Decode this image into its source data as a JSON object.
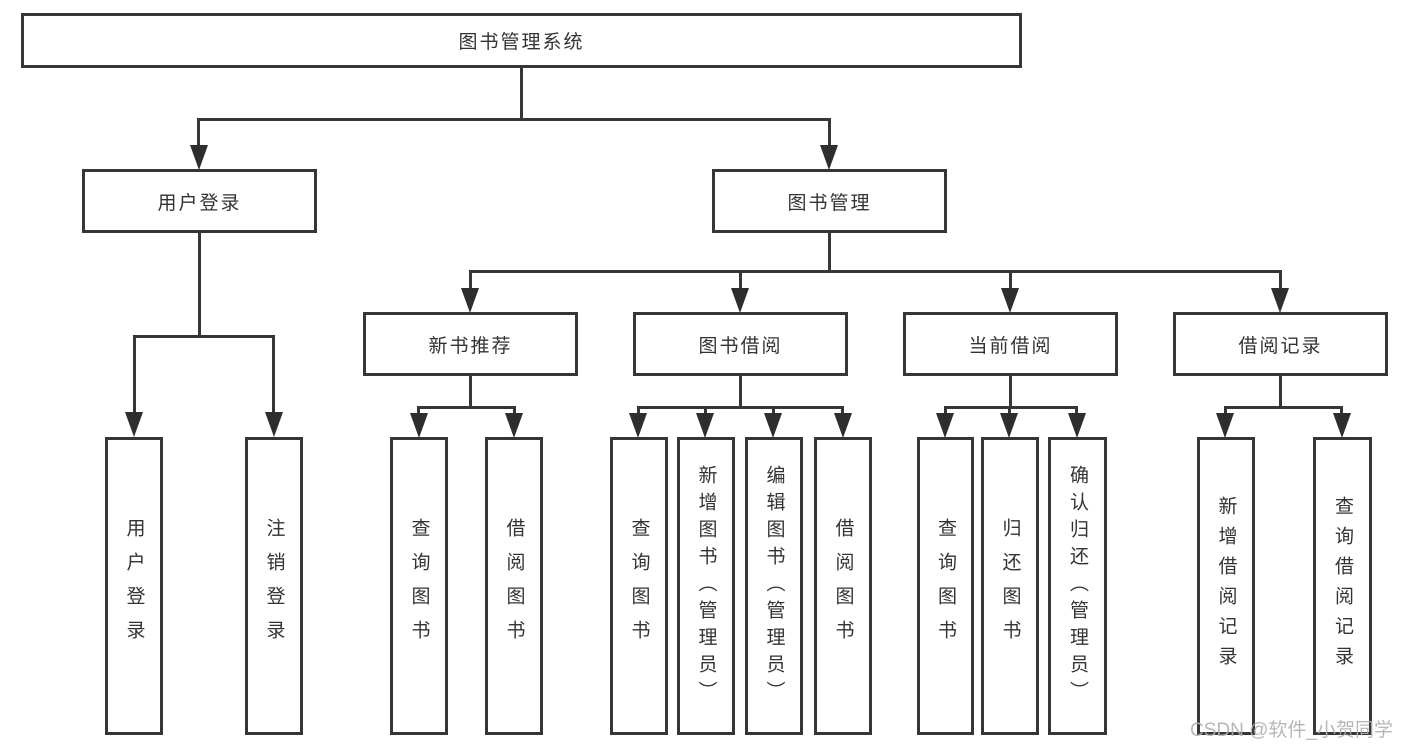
{
  "diagram": {
    "root": {
      "label": "图书管理系统"
    },
    "level2": [
      {
        "label": "用户登录"
      },
      {
        "label": "图书管理"
      }
    ],
    "level3": [
      {
        "label": "新书推荐"
      },
      {
        "label": "图书借阅"
      },
      {
        "label": "当前借阅"
      },
      {
        "label": "借阅记录"
      }
    ],
    "leaves": {
      "user": [
        "用户登录",
        "注销登录"
      ],
      "recommend": [
        "查询图书",
        "借阅图书"
      ],
      "borrow": [
        "查询图书",
        "新增图书（管理员）",
        "编辑图书（管理员）",
        "借阅图书"
      ],
      "current": [
        "查询图书",
        "归还图书",
        "确认归还（管理员）"
      ],
      "records": [
        "新增借阅记录",
        "查询借阅记录"
      ]
    }
  },
  "watermark": {
    "text": "CSDN @软件_小贺同学"
  },
  "colors": {
    "line": "#363636",
    "text": "#333333",
    "box_fill": "#ffffff",
    "watermark": "#b0b0b0",
    "background": "#ffffff"
  }
}
